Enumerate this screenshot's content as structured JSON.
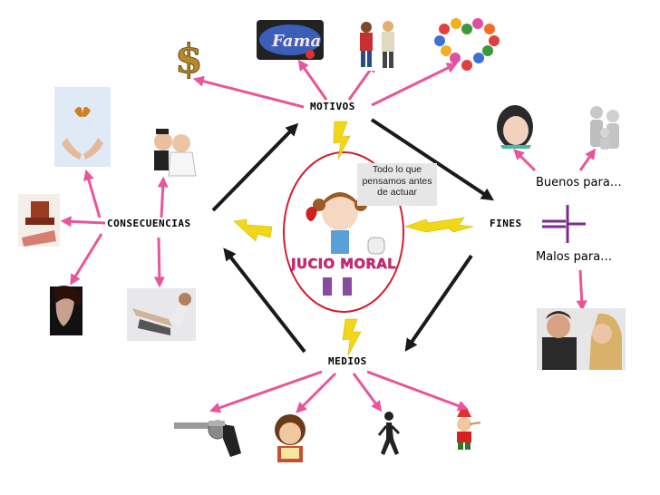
{
  "center": {
    "note": "Todo lo que pensamos antes de actuar",
    "title": "JUCIO MORAL"
  },
  "nodes": {
    "motivos": "MOTIVOS",
    "fines": "FINES",
    "medios": "MEDIOS",
    "consecuencias": "CONSECUENCIAS"
  },
  "fines_branches": {
    "buenos": "Buenos para…",
    "malos": "Malos para…"
  },
  "images": {
    "motivos": [
      "dollar-sign-icon",
      "fama-logo-image",
      "friends-image",
      "heart-candies-image"
    ],
    "fines": [
      "girl-face-image",
      "family-image",
      "arguing-couple-image"
    ],
    "medios": [
      "revolver-image",
      "child-reading-image",
      "runner-image",
      "pinocchio-image"
    ],
    "consecuencias": [
      "butterfly-hands-image",
      "wedding-couple-image",
      "stamp-image",
      "sad-woman-image",
      "model-image"
    ]
  },
  "logo_text": "Fama",
  "colors": {
    "pink_arrow": "#e8559a",
    "yellow_bolt": "#f1d716",
    "black_arrow": "#1a1a1a",
    "ellipse": "#d21e2a",
    "bracket": "#7a2d8c"
  }
}
